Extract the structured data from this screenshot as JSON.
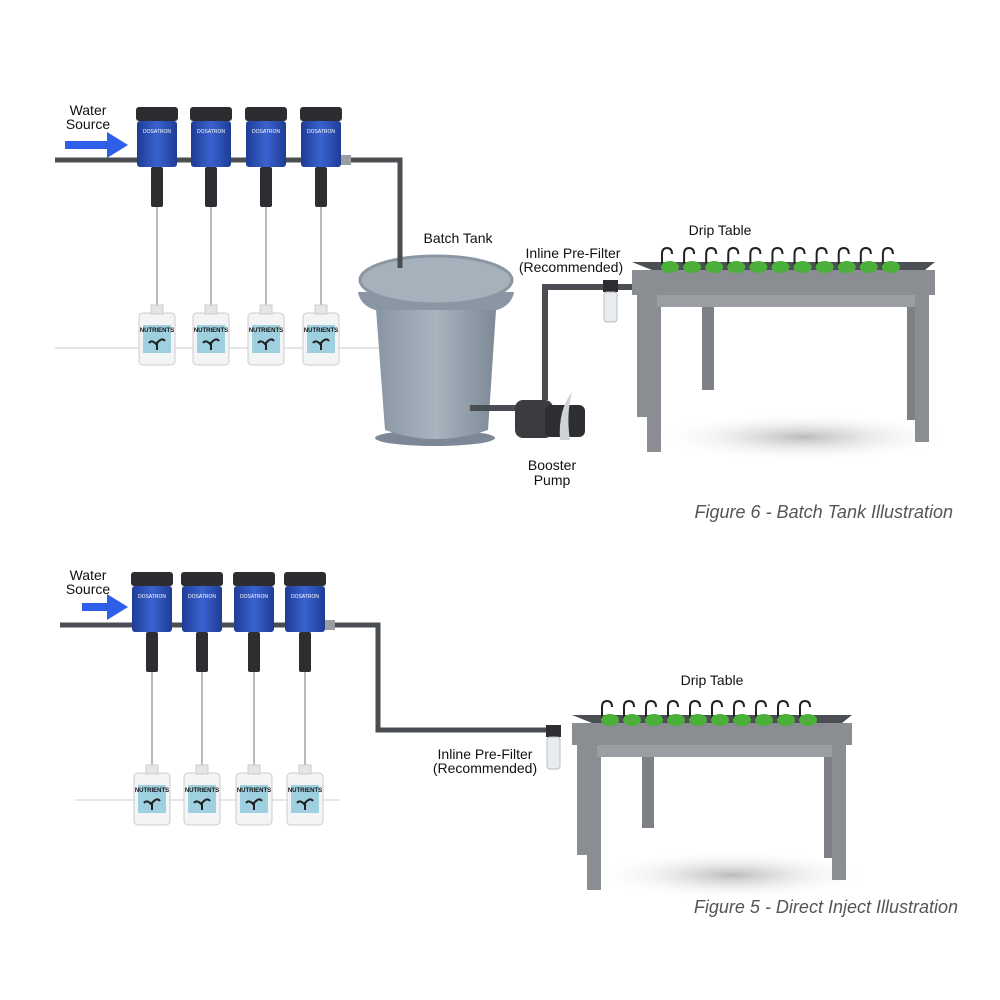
{
  "figures": [
    {
      "caption": "Figure 6 - Batch Tank Illustration",
      "water_source": [
        "Water",
        "Source"
      ],
      "batch_tank": "Batch Tank",
      "prefilter": [
        "Inline Pre-Filter",
        "(Recommended)"
      ],
      "drip_table": "Drip Table",
      "booster_pump": [
        "Booster",
        "Pump"
      ],
      "injector_brand": "DOSATRON",
      "jug_label": "NUTRIENTS"
    },
    {
      "caption": "Figure 5 - Direct Inject Illustration",
      "water_source": [
        "Water",
        "Source"
      ],
      "prefilter": [
        "Inline Pre-Filter",
        "(Recommended)"
      ],
      "drip_table": "Drip Table",
      "injector_brand": "DOSATRON",
      "jug_label": "NUTRIENTS"
    }
  ],
  "colors": {
    "injector_blue": "#2a4fb5",
    "arrow_blue": "#2f5ee8",
    "pipe": "#4a4d52",
    "table_gray": "#8a8d91",
    "tank_gray": "#9aa6b2",
    "plant_green": "#4caf3a"
  }
}
